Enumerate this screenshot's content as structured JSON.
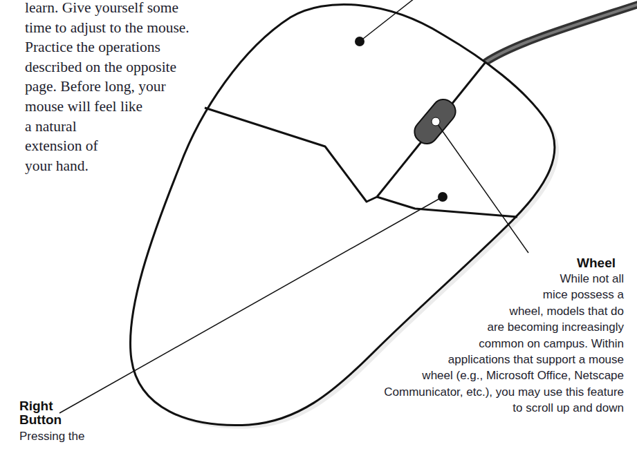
{
  "diagram": {
    "labels": [
      "learn. Give yourself some time to adjust to the mouse. Practice the operations described on the opposite page. Before long, your mouse will feel like a natural extension of your hand.",
      "Wheel",
      "While not all mice possess a wheel, models that do are becoming increasingly common on campus. Within applications that support a mouse wheel (e.g., Microsoft Office, Netscape Communicator, etc.), you may use this feature to scroll up and down",
      "Right Button",
      "Pressing the"
    ]
  }
}
